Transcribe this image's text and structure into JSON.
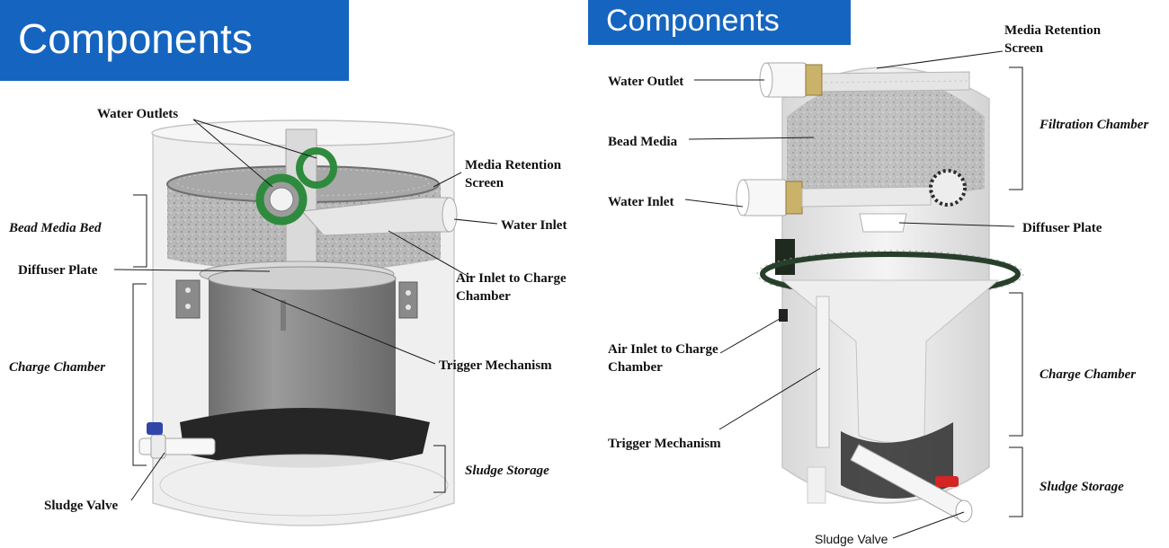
{
  "left_panel": {
    "banner_title": "Components",
    "labels": {
      "water_outlets": "Water Outlets",
      "media_retention_screen": "Media Retention Screen",
      "bead_media_bed": "Bead Media Bed",
      "water_inlet": "Water Inlet",
      "diffuser_plate": "Diffuser Plate",
      "air_inlet": "Air Inlet to Charge Chamber",
      "charge_chamber": "Charge Chamber",
      "trigger_mechanism": "Trigger Mechanism",
      "sludge_storage": "Sludge Storage",
      "sludge_valve": "Sludge Valve"
    }
  },
  "right_panel": {
    "banner_title": "Components",
    "labels": {
      "media_retention_screen": "Media Retention Screen",
      "water_outlet": "Water Outlet",
      "filtration_chamber": "Filtration Chamber",
      "bead_media": "Bead Media",
      "water_inlet": "Water Inlet",
      "diffuser_plate": "Diffuser Plate",
      "air_inlet": "Air Inlet to Charge Chamber",
      "charge_chamber": "Charge Chamber",
      "trigger_mechanism": "Trigger Mechanism",
      "sludge_storage": "Sludge Storage",
      "sludge_valve": "Sludge Valve"
    }
  }
}
